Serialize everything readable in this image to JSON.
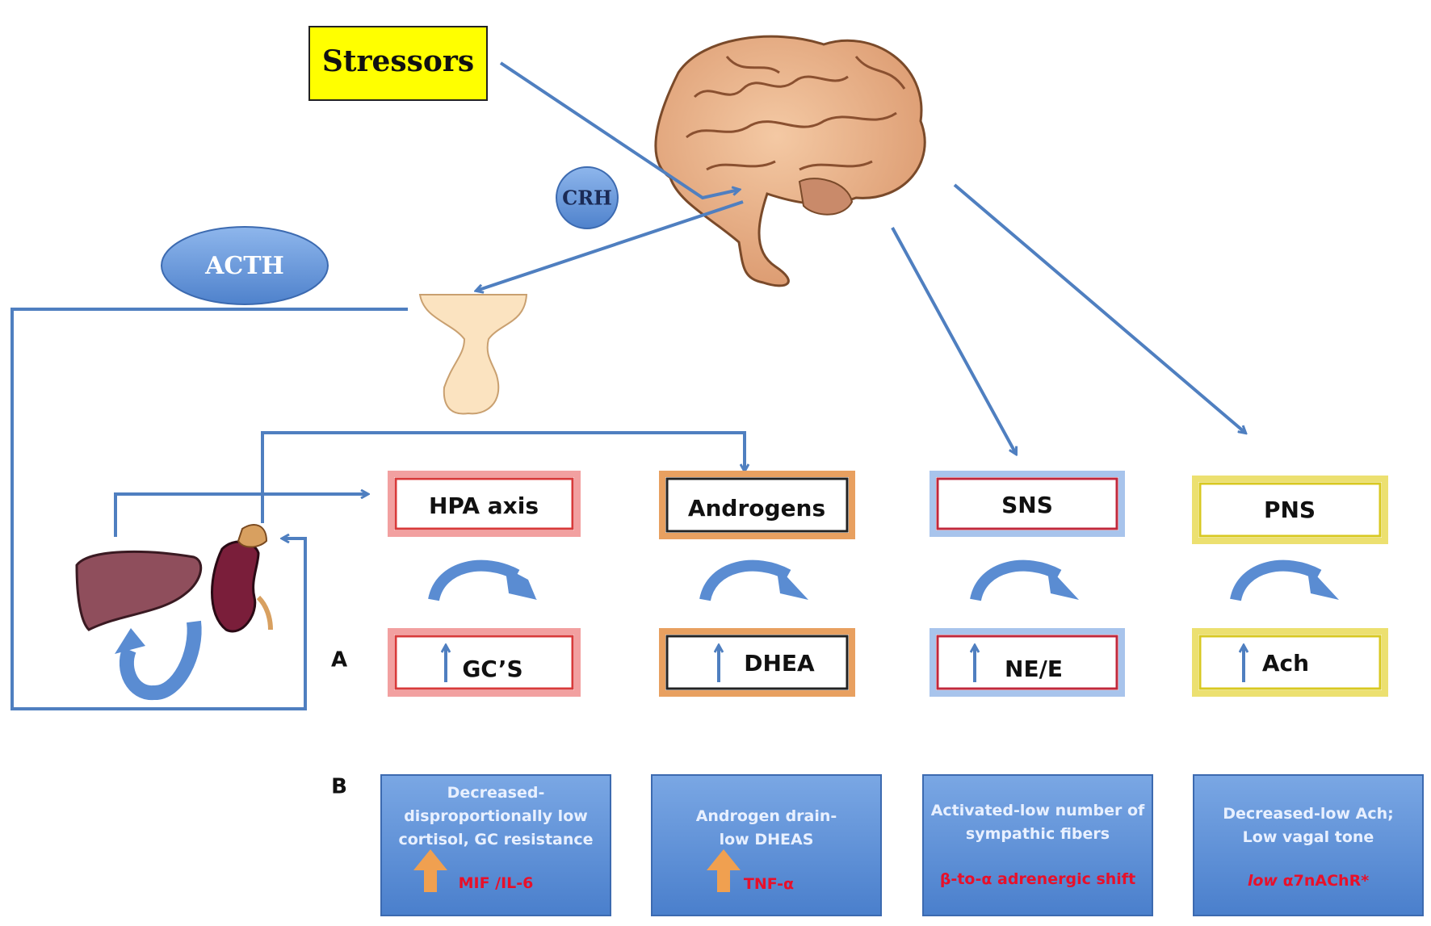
{
  "stressors": "Stressors",
  "crh": "CRH",
  "acth": "ACTH",
  "panel_labels": {
    "a": "A",
    "b": "B"
  },
  "columns": [
    {
      "top": "HPA axis",
      "bottom": "GC’S"
    },
    {
      "top": "Androgens",
      "bottom": "DHEA"
    },
    {
      "top": "SNS",
      "bottom": "NE/E"
    },
    {
      "top": "PNS",
      "bottom": "Ach"
    }
  ],
  "info_boxes": [
    {
      "lines": [
        "Decreased-",
        "disproportionally low",
        "cortisol, GC resistance"
      ],
      "red": "MIF /IL-6"
    },
    {
      "lines": [
        "Androgen drain-",
        "low DHEAS"
      ],
      "red": "TNF-α"
    },
    {
      "lines": [
        "Activated-low number of",
        "sympathic fibers"
      ],
      "red": "β-to-α adrenergic shift"
    },
    {
      "lines": [
        "Decreased-low Ach;",
        "Low vagal tone"
      ],
      "red_italic": "low",
      "red": " α7nAChR*"
    }
  ],
  "colors": {
    "arrow": "#4f7fc0",
    "stressors_fill": "#ffff00",
    "hpa_border": "#e06060",
    "androgens_border": "#b06a2a",
    "sns_border": "#c03040",
    "pns_border": "#e0d030",
    "info_fill": "#5b8fd6",
    "red_text": "#e8102a",
    "orange_arrow": "#f0a050"
  }
}
